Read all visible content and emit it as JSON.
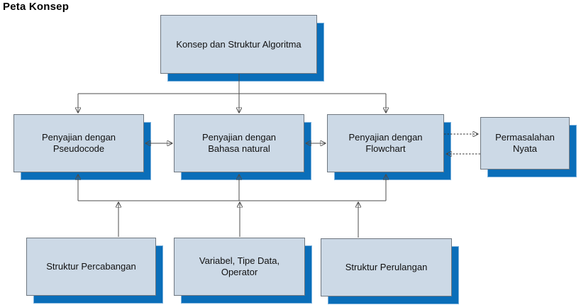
{
  "title": "Peta Konsep",
  "colors": {
    "background": "#ffffff",
    "node_fill": "#ccd9e6",
    "node_border": "#6f7780",
    "node_shadow": "#0a6eb9",
    "connector_line": "#4d4d4d",
    "arrowhead": "#000000",
    "title_color": "#000000"
  },
  "nodes": {
    "konsep": {
      "label": "Konsep dan Struktur Algoritma"
    },
    "pseudocode": {
      "label": "Penyajian dengan\nPseudocode"
    },
    "bahasa_natural": {
      "label": "Penyajian dengan\nBahasa natural"
    },
    "flowchart": {
      "label": "Penyajian dengan\nFlowchart"
    },
    "permasalahan": {
      "label": "Permasalahan\nNyata"
    },
    "percabangan": {
      "label": "Struktur Percabangan"
    },
    "variabel": {
      "label": "Variabel, Tipe Data,\nOperator"
    },
    "perulangan": {
      "label": "Struktur Perulangan"
    }
  },
  "edges": [
    {
      "from": "konsep",
      "to": "pseudocode",
      "style": "solid-arrow"
    },
    {
      "from": "konsep",
      "to": "bahasa_natural",
      "style": "solid-arrow"
    },
    {
      "from": "konsep",
      "to": "flowchart",
      "style": "solid-arrow"
    },
    {
      "from": "pseudocode",
      "to": "bahasa_natural",
      "style": "double-arrow"
    },
    {
      "from": "bahasa_natural",
      "to": "flowchart",
      "style": "double-arrow"
    },
    {
      "from": "flowchart",
      "to": "permasalahan",
      "style": "dashed-arrow"
    },
    {
      "from": "permasalahan",
      "to": "flowchart",
      "style": "dashed-arrow"
    },
    {
      "from": "percabangan",
      "to": "penyajian-bus",
      "style": "solid-arrow"
    },
    {
      "from": "variabel",
      "to": "penyajian-bus",
      "style": "solid-arrow"
    },
    {
      "from": "perulangan",
      "to": "penyajian-bus",
      "style": "solid-arrow"
    },
    {
      "from": "penyajian-bus",
      "to": "pseudocode",
      "style": "solid-arrow"
    },
    {
      "from": "penyajian-bus",
      "to": "bahasa_natural",
      "style": "solid-arrow"
    },
    {
      "from": "penyajian-bus",
      "to": "flowchart",
      "style": "solid-arrow"
    }
  ]
}
